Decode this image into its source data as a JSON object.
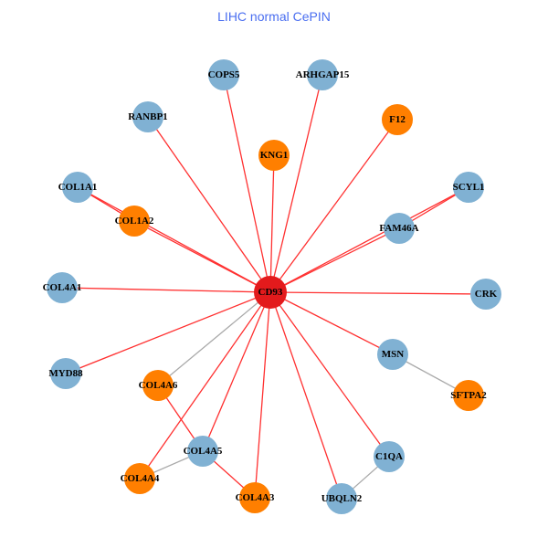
{
  "title": "LIHC normal CePIN",
  "colors": {
    "hub": "#e31a1c",
    "blue": "#80b1d3",
    "orange": "#ff7f00",
    "edge_red": "#ff3030",
    "edge_gray": "#aaaaaa"
  },
  "nodes": [
    {
      "name": "CD93",
      "type": "hub"
    },
    {
      "name": "COPS5",
      "type": "blue"
    },
    {
      "name": "ARHGAP15",
      "type": "blue"
    },
    {
      "name": "RANBP1",
      "type": "blue"
    },
    {
      "name": "F12",
      "type": "orange"
    },
    {
      "name": "KNG1",
      "type": "orange"
    },
    {
      "name": "COL1A1",
      "type": "blue"
    },
    {
      "name": "SCYL1",
      "type": "blue"
    },
    {
      "name": "COL1A2",
      "type": "orange"
    },
    {
      "name": "FAM46A",
      "type": "blue"
    },
    {
      "name": "COL4A1",
      "type": "blue"
    },
    {
      "name": "CRK",
      "type": "blue"
    },
    {
      "name": "MYD88",
      "type": "blue"
    },
    {
      "name": "MSN",
      "type": "blue"
    },
    {
      "name": "COL4A6",
      "type": "orange"
    },
    {
      "name": "SFTPA2",
      "type": "orange"
    },
    {
      "name": "COL4A5",
      "type": "blue"
    },
    {
      "name": "C1QA",
      "type": "blue"
    },
    {
      "name": "COL4A4",
      "type": "orange"
    },
    {
      "name": "COL4A3",
      "type": "orange"
    },
    {
      "name": "UBQLN2",
      "type": "blue"
    }
  ],
  "edges": [
    [
      "CD93",
      "COPS5",
      "red"
    ],
    [
      "CD93",
      "ARHGAP15",
      "red"
    ],
    [
      "CD93",
      "RANBP1",
      "red"
    ],
    [
      "CD93",
      "F12",
      "red"
    ],
    [
      "CD93",
      "KNG1",
      "red"
    ],
    [
      "CD93",
      "COL1A1",
      "red"
    ],
    [
      "CD93",
      "SCYL1",
      "red"
    ],
    [
      "CD93",
      "COL1A2",
      "red"
    ],
    [
      "CD93",
      "FAM46A",
      "red"
    ],
    [
      "CD93",
      "COL4A1",
      "red"
    ],
    [
      "CD93",
      "CRK",
      "red"
    ],
    [
      "CD93",
      "MYD88",
      "red"
    ],
    [
      "CD93",
      "MSN",
      "red"
    ],
    [
      "CD93",
      "COL4A6",
      "gray"
    ],
    [
      "CD93",
      "COL4A5",
      "red"
    ],
    [
      "CD93",
      "C1QA",
      "red"
    ],
    [
      "CD93",
      "COL4A4",
      "red"
    ],
    [
      "CD93",
      "COL4A3",
      "red"
    ],
    [
      "CD93",
      "UBQLN2",
      "red"
    ],
    [
      "COL1A1",
      "COL1A2",
      "red"
    ],
    [
      "FAM46A",
      "SCYL1",
      "red"
    ],
    [
      "MSN",
      "SFTPA2",
      "gray"
    ],
    [
      "COL4A6",
      "COL4A5",
      "red"
    ],
    [
      "COL4A5",
      "COL4A4",
      "gray"
    ],
    [
      "COL4A5",
      "COL4A3",
      "red"
    ],
    [
      "C1QA",
      "UBQLN2",
      "gray"
    ]
  ]
}
